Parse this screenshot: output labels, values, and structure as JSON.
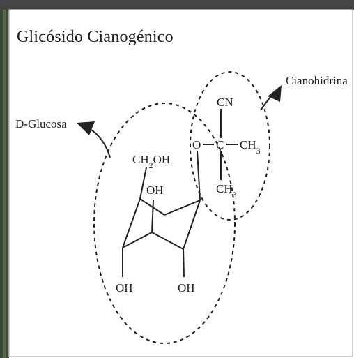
{
  "title": "Glicósido Cianogénico",
  "labels": {
    "cyanohydrin": "Cianohidrina",
    "glucose": "D-Glucosa"
  },
  "atoms": {
    "cn": "CN",
    "o": "O",
    "c": "C",
    "ch3_right": "CH3",
    "ch3_bottom": "CH3",
    "ch2oh": "CH2OH",
    "oh_top": "OH",
    "oh_left": "OH",
    "oh_right": "OH"
  },
  "colors": {
    "ink": "#222222",
    "frame": "#444444",
    "left_strip": "#3b4a32"
  }
}
